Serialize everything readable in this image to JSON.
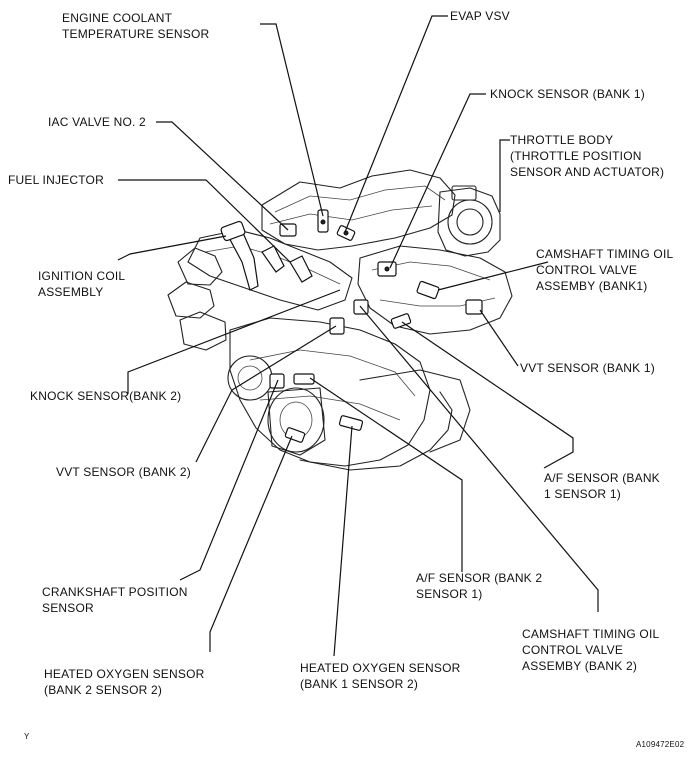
{
  "labels": {
    "engine_coolant_temp": "ENGINE COOLANT\nTEMPERATURE SENSOR",
    "evap_vsv": "EVAP VSV",
    "knock_bank1": "KNOCK SENSOR (BANK 1)",
    "iac_valve": "IAC VALVE NO. 2",
    "throttle_body": "THROTTLE BODY\n(THROTTLE POSITION\nSENSOR AND ACTUATOR)",
    "fuel_injector": "FUEL INJECTOR",
    "ignition_coil": "IGNITION COIL\nASSEMBLY",
    "camshaft_ocv_bank1": "CAMSHAFT TIMING OIL\nCONTROL VALVE\nASSEMBY (BANK1)",
    "vvt_bank1": "VVT SENSOR  (BANK 1)",
    "knock_bank2": "KNOCK SENSOR(BANK 2)",
    "vvt_bank2": "VVT SENSOR  (BANK 2)",
    "af_bank1_sensor1": "A/F SENSOR (BANK\n1 SENSOR 1)",
    "af_bank2_sensor1": "A/F SENSOR (BANK 2\nSENSOR 1)",
    "crankshaft_position": "CRANKSHAFT  POSITION\nSENSOR",
    "camshaft_ocv_bank2": "CAMSHAFT TIMING OIL\nCONTROL VALVE\nASSEMBY (BANK 2)",
    "heated_o2_bank2_s2": "HEATED OXYGEN SENSOR\n(BANK 2 SENSOR 2)",
    "heated_o2_bank1_s2": "HEATED OXYGEN SENSOR\n(BANK 1 SENSOR 2)"
  },
  "footer": {
    "corner_mark": "Y",
    "figure_id": "A109472E02"
  }
}
